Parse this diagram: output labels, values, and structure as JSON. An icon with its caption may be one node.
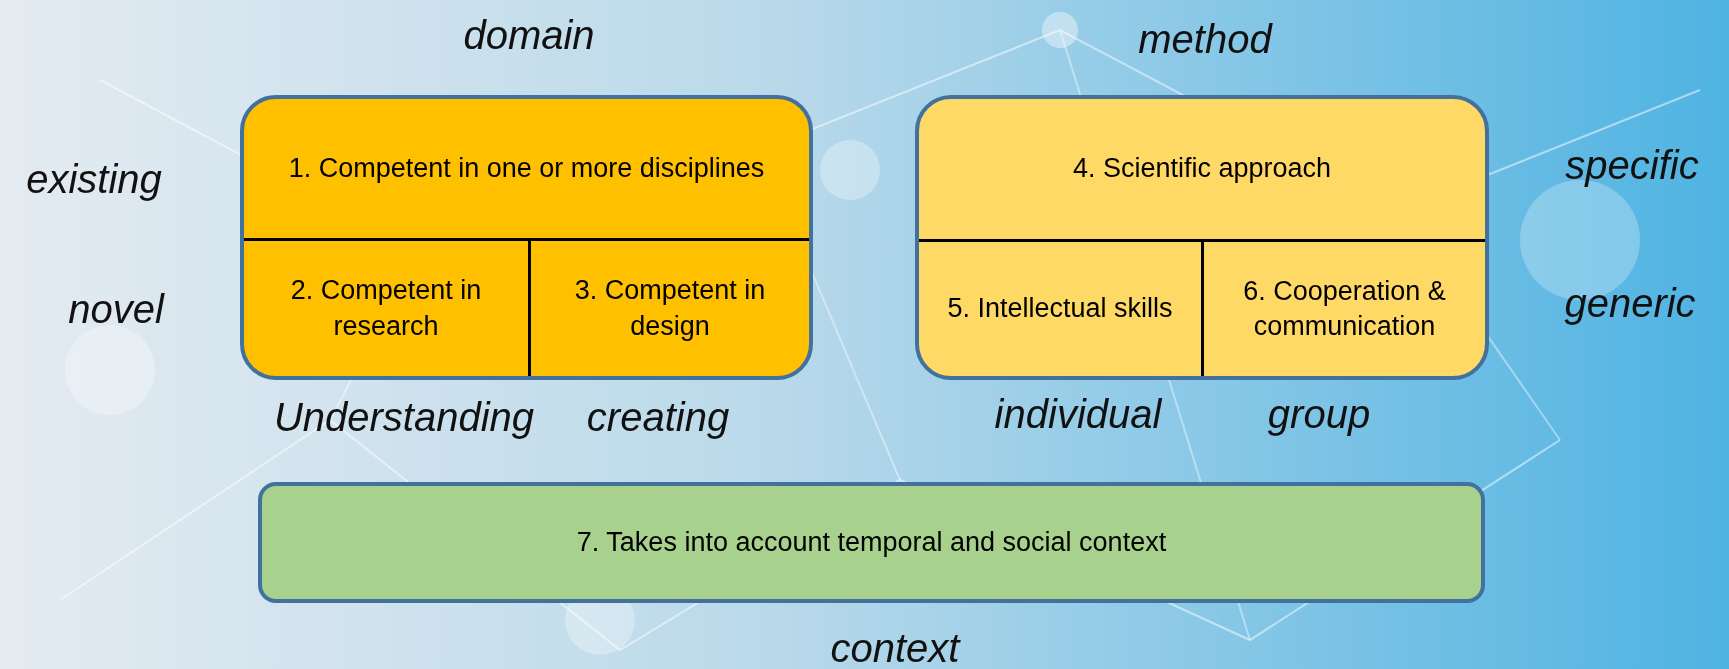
{
  "diagram": {
    "nodes": [
      {
        "text": [],
        "shape": "box"
      },
      {
        "text": [
          "1. Competent in one or more disciplines"
        ],
        "in": 0
      },
      {
        "text": [
          "2. Competent in research"
        ],
        "in": 0
      },
      {
        "text": [
          "3. Competent in design"
        ],
        "in": 0
      },
      {
        "text": [],
        "shape": "box"
      },
      {
        "text": [
          "4. Scientific approach"
        ],
        "in": 4
      },
      {
        "text": [
          "5. Intellectual skills"
        ],
        "in": 4
      },
      {
        "text": [
          "6. Cooperation & communication"
        ],
        "in": 4
      },
      {
        "text": [
          "7. Takes into account temporal and social context"
        ]
      }
    ],
    "edges": [],
    "labels": [
      "domain",
      "method",
      "existing",
      "specific",
      "novel",
      "generic",
      "Understanding",
      "creating",
      "individual",
      "group",
      "context"
    ]
  }
}
